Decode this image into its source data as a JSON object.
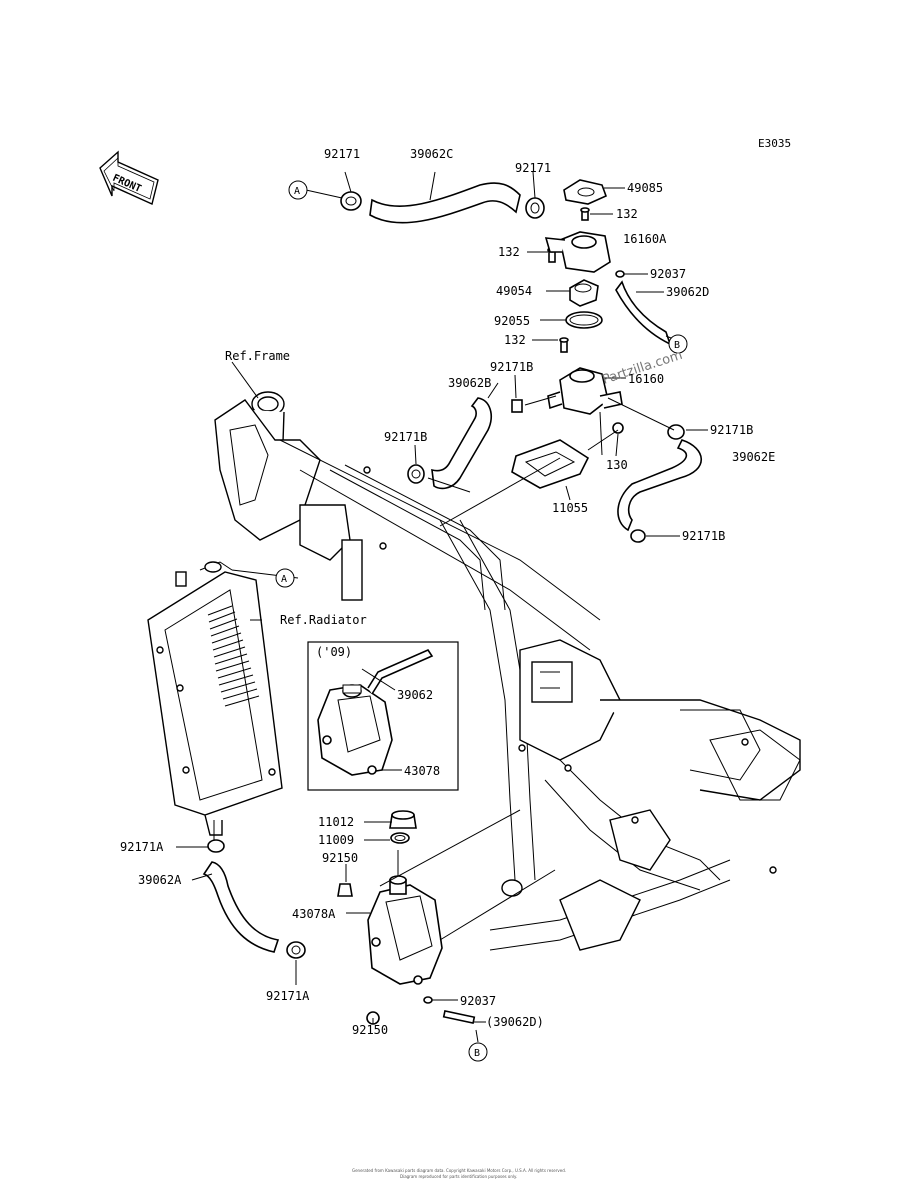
{
  "diagram_code": "E3035",
  "front_arrow_label": "FRONT",
  "ref_labels": {
    "frame": "Ref.Frame",
    "radiator": "Ref.Radiator"
  },
  "inset_label": "('09)",
  "watermark": "Partzilla.com",
  "callouts": {
    "a": "A",
    "b": "B"
  },
  "footer_line1": "Generated from Kawasaki parts diagram data. Copyright Kawasaki Motors Corp., U.S.A. All rights reserved.",
  "footer_line2": "Diagram reproduced for parts identification purposes only.",
  "parts": {
    "p92171_top_left": "92171",
    "p39062C": "39062C",
    "p92171_top_right": "92171",
    "p49085": "49085",
    "p132_a": "132",
    "p16160A": "16160A",
    "p132_b": "132",
    "p92037_top": "92037",
    "p49054": "49054",
    "p39062D": "39062D",
    "p92055": "92055",
    "p132_c": "132",
    "p16160": "16160",
    "p92171B_a": "92171B",
    "p39062B": "39062B",
    "p92171B_b": "92171B",
    "p92171B_c": "92171B",
    "p39062E": "39062E",
    "p130": "130",
    "p11055": "11055",
    "p92171B_d": "92171B",
    "p39062_inset": "39062",
    "p43078": "43078",
    "p11012": "11012",
    "p11009": "11009",
    "p92150_a": "92150",
    "p92171A_a": "92171A",
    "p39062A": "39062A",
    "p43078A": "43078A",
    "p92171A_b": "92171A",
    "p92037_bottom": "92037",
    "p39062D_paren": "(39062D)",
    "p92150_b": "92150"
  }
}
